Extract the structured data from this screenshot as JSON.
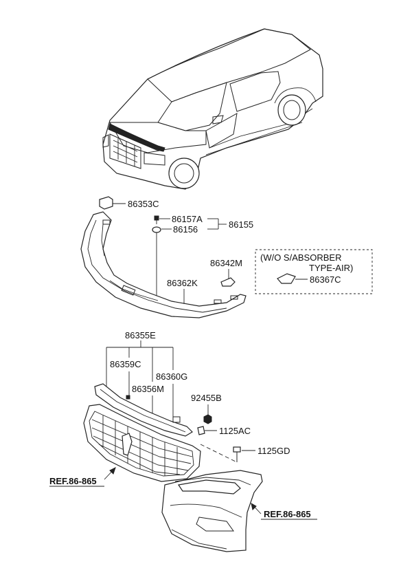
{
  "callouts": {
    "p86353C": "86353C",
    "p86157A": "86157A",
    "p86156": "86156",
    "p86155": "86155",
    "p86342M": "86342M",
    "p86362K": "86362K",
    "p86367C": "86367C",
    "p86355E": "86355E",
    "p86359C": "86359C",
    "p86360G": "86360G",
    "p86356M": "86356M",
    "p92455B": "92455B",
    "p1125AC": "1125AC",
    "p1125GD": "1125GD"
  },
  "note": {
    "line1": "(W/O S/ABSORBER",
    "line2": "TYPE-AIR)"
  },
  "refs": {
    "left": "REF.86-865",
    "right": "REF.86-865"
  }
}
